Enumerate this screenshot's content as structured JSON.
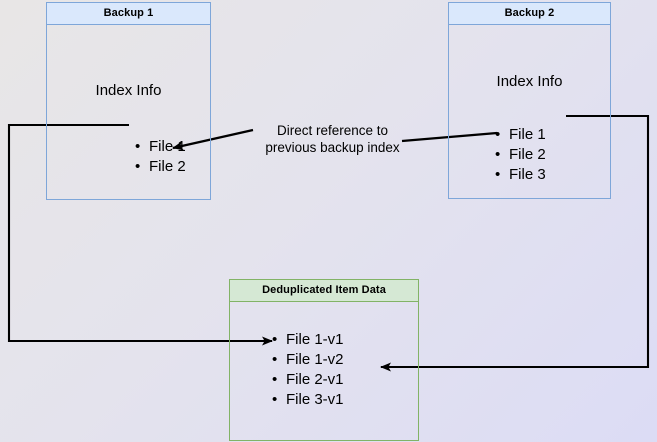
{
  "diagram": {
    "title_caption": "Direct reference to previous backup index",
    "caption_lines": [
      "Direct reference to",
      "previous backup index"
    ],
    "background_colors": {
      "gradient_start": "#e8e6e6",
      "gradient_end": "#dcdcf5"
    },
    "colors": {
      "blue_header_fill": "#dae8fc",
      "blue_border": "#7ea6d9",
      "green_header_fill": "#d5e8d4",
      "green_border": "#82b366",
      "connector_stroke": "#000000"
    },
    "nodes": {
      "backup_1": {
        "header": "Backup 1",
        "subtitle": "Index Info",
        "items": [
          "File 1",
          "File 2"
        ]
      },
      "backup_2": {
        "header": "Backup 2",
        "subtitle": "Index Info",
        "items": [
          "File 1",
          "File 2",
          "File 3"
        ]
      },
      "dedup": {
        "header": "Deduplicated Item Data",
        "items": [
          "File 1-v1",
          "File 1-v2",
          "File 2-v1",
          "File 3-v1"
        ]
      }
    },
    "connectors": [
      {
        "id": "backup1-file1-to-dedup-file1v1",
        "from": "Backup 1 / File 1",
        "to": "Deduplicated Item Data / File 1-v1",
        "arrowhead": "end"
      },
      {
        "id": "backup2-file1-to-dedup-file1v2",
        "from": "Backup 2 / File 1",
        "to": "Deduplicated Item Data / File 1-v2",
        "arrowhead": "end"
      },
      {
        "id": "backup2-file2-to-backup1-file2",
        "from": "Backup 2 / File 2",
        "to": "Backup 1 / File 2",
        "arrowhead": "end",
        "label": "Direct reference to previous backup index"
      }
    ]
  }
}
